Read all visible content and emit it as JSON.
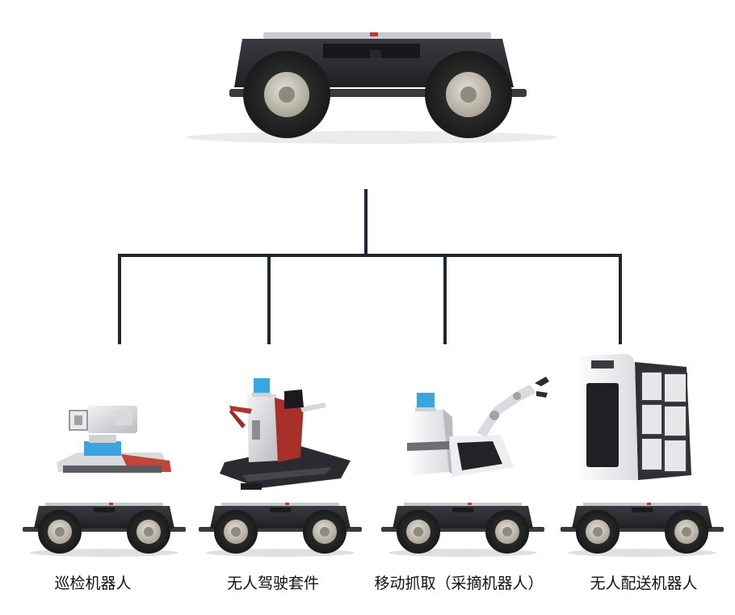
{
  "diagram": {
    "root": {
      "label": "",
      "icon": "chassis-robot-icon"
    },
    "children": [
      {
        "label": "巡检机器人",
        "icon": "inspection-robot-icon"
      },
      {
        "label": "无人驾驶套件",
        "icon": "autonomous-driving-kit-icon"
      },
      {
        "label": "移动抓取（采摘机器人）",
        "icon": "mobile-grasping-robot-icon"
      },
      {
        "label": "无人配送机器人",
        "icon": "delivery-robot-icon"
      }
    ]
  },
  "colors": {
    "connector": "#1e2533",
    "tire": "#2b2b2b",
    "hub": "#c9c4b8",
    "chassis": "#2e2f33",
    "accent_red": "#b8342f",
    "sensor_blue": "#3aa6e0"
  }
}
